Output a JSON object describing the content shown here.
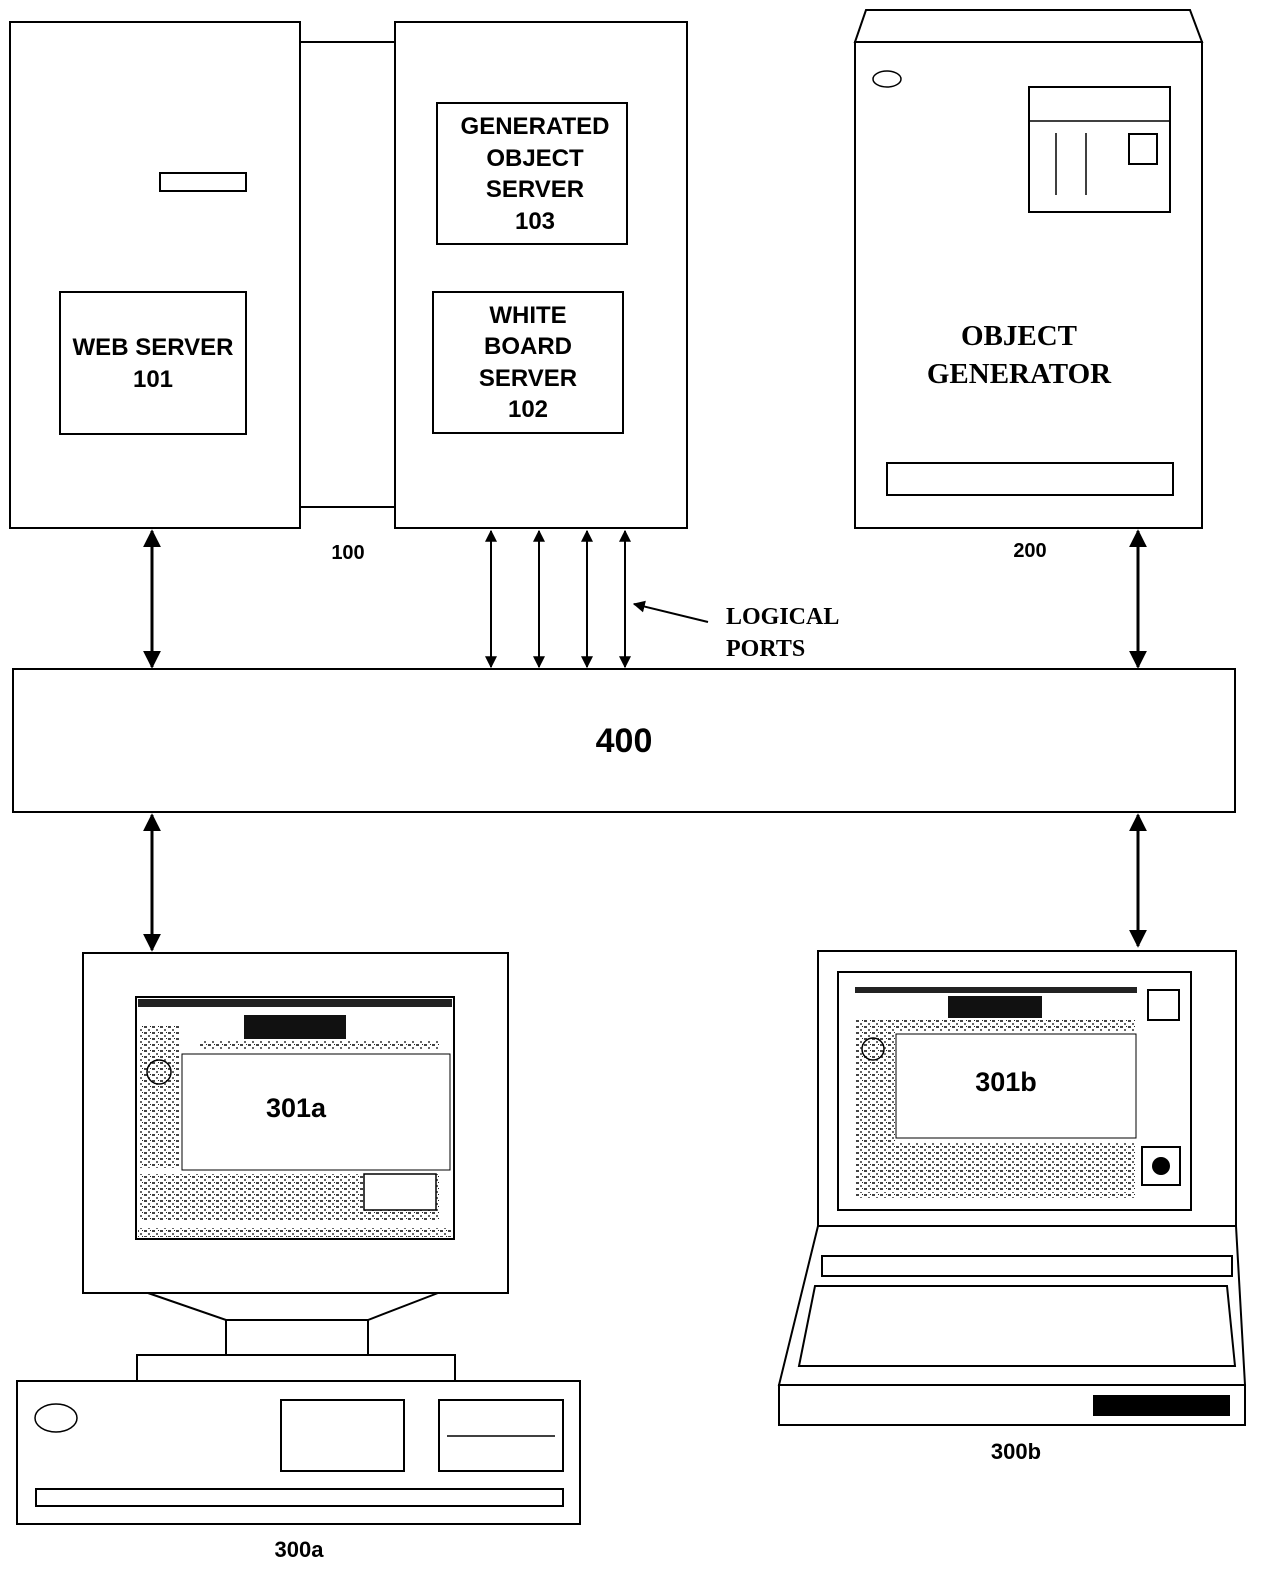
{
  "diagram": {
    "server_group_ref": "100",
    "web_server": {
      "line1": "WEB SERVER",
      "line2": "101"
    },
    "generated_object_server": {
      "line1": "GENERATED",
      "line2": "OBJECT",
      "line3": "SERVER",
      "line4": "103"
    },
    "white_board_server": {
      "line1": "WHITE",
      "line2": "BOARD",
      "line3": "SERVER",
      "line4": "102"
    },
    "object_generator": {
      "line1": "OBJECT",
      "line2": "GENERATOR",
      "ref": "200"
    },
    "logical_ports": {
      "line1": "LOGICAL",
      "line2": "PORTS"
    },
    "network": {
      "ref": "400"
    },
    "desktop": {
      "screen_label": "301a",
      "ref": "300a"
    },
    "laptop": {
      "screen_label": "301b",
      "ref": "300b"
    }
  }
}
